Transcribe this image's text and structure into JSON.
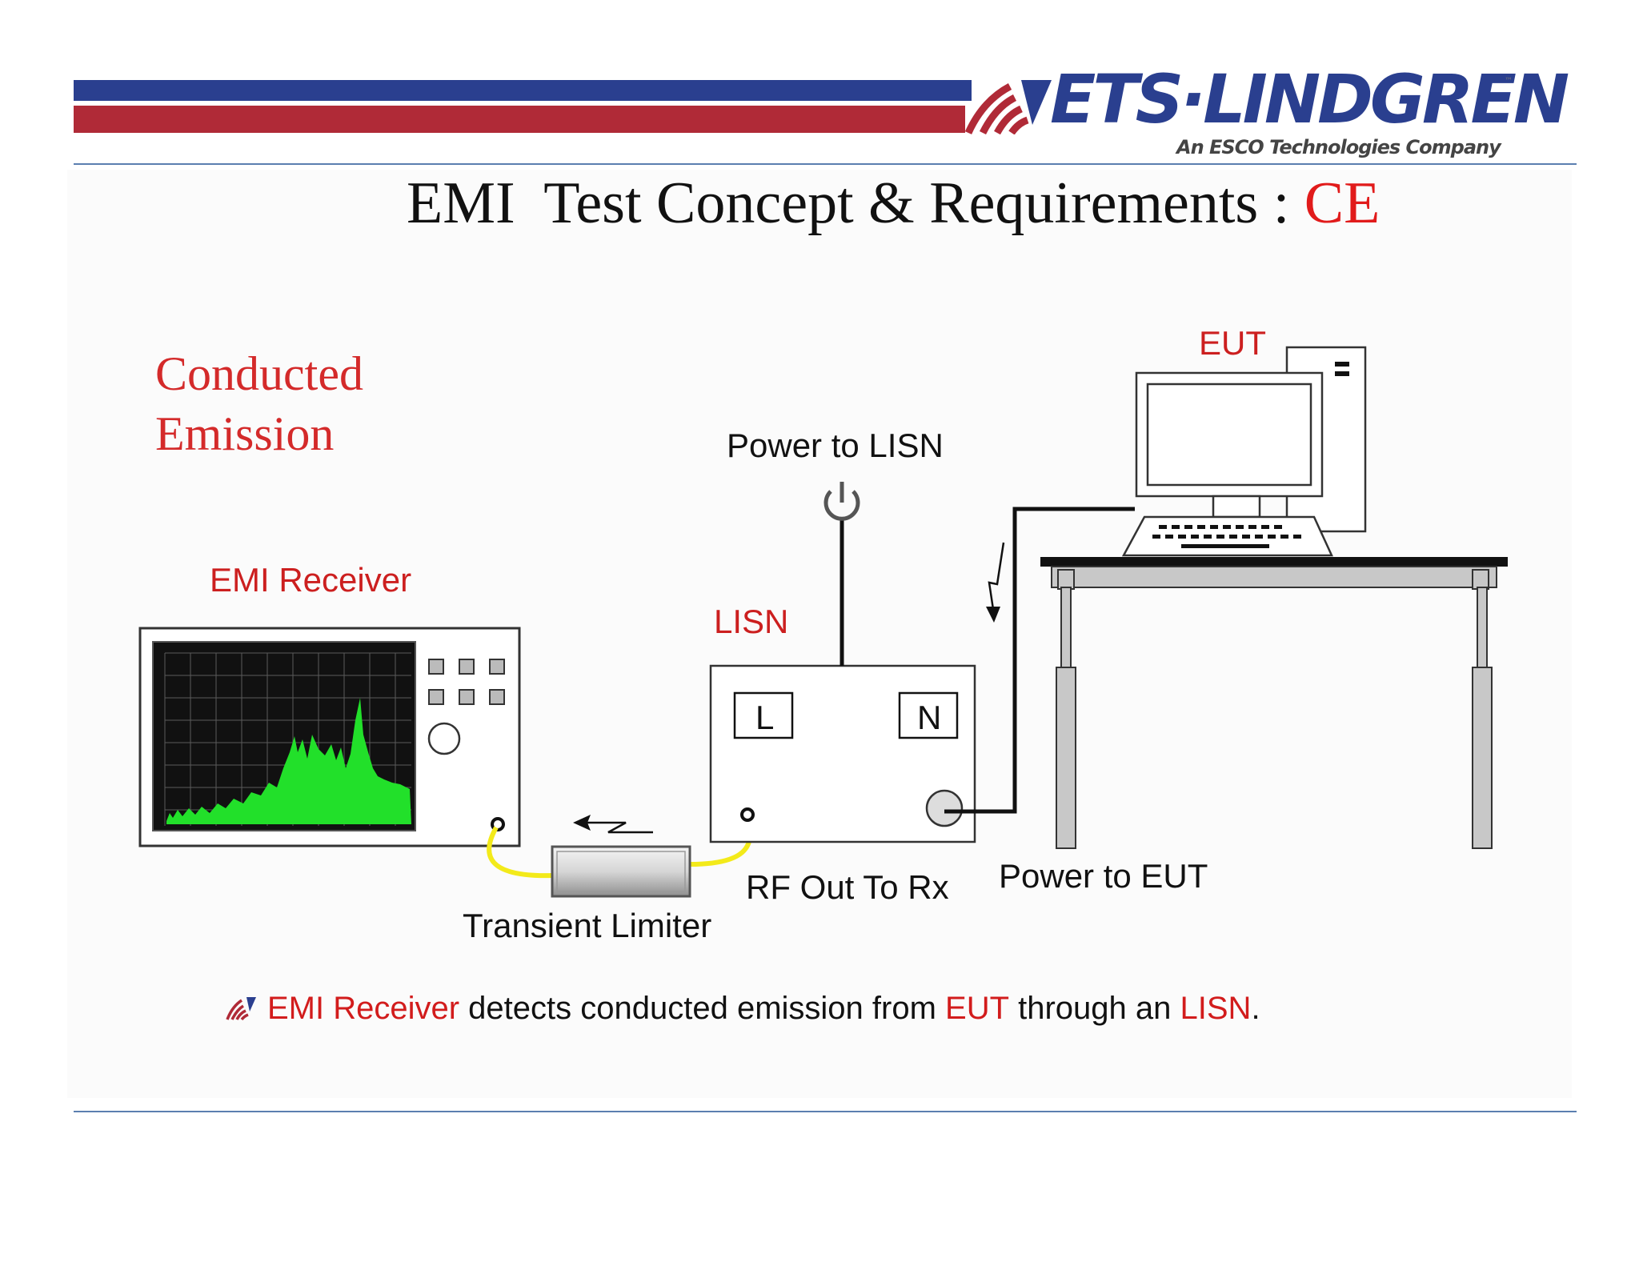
{
  "brand": {
    "name": "ETS·LINDGREN",
    "tagline": "An ESCO Technologies Company",
    "colors": {
      "blue": "#2a3f8f",
      "red": "#b02a37",
      "accent_red": "#e11b1b"
    }
  },
  "slide": {
    "title_main": "EMI  Test Concept & Requirements : ",
    "title_accent": "CE"
  },
  "section": {
    "line1": "Conducted",
    "line2": "Emission"
  },
  "diagram": {
    "emi_receiver": "EMI Receiver",
    "lisn": "LISN",
    "eut": "EUT",
    "power_to_lisn": "Power  to LISN",
    "lisn_l": "L",
    "lisn_n": "N",
    "rf_out": "RF Out To Rx",
    "power_to_eut": "Power to EUT",
    "transient_limiter": "Transient Limiter",
    "icons": [
      "power-icon",
      "lightning-arrow-icon",
      "computer-icon",
      "table-icon",
      "spectrum-display-icon",
      "signal-waves-icon"
    ]
  },
  "caption": {
    "part1": "EMI Receiver",
    "part2": " detects conducted emission from ",
    "part3": "EUT",
    "part4": " through an ",
    "part5": "LISN",
    "part6": "."
  }
}
